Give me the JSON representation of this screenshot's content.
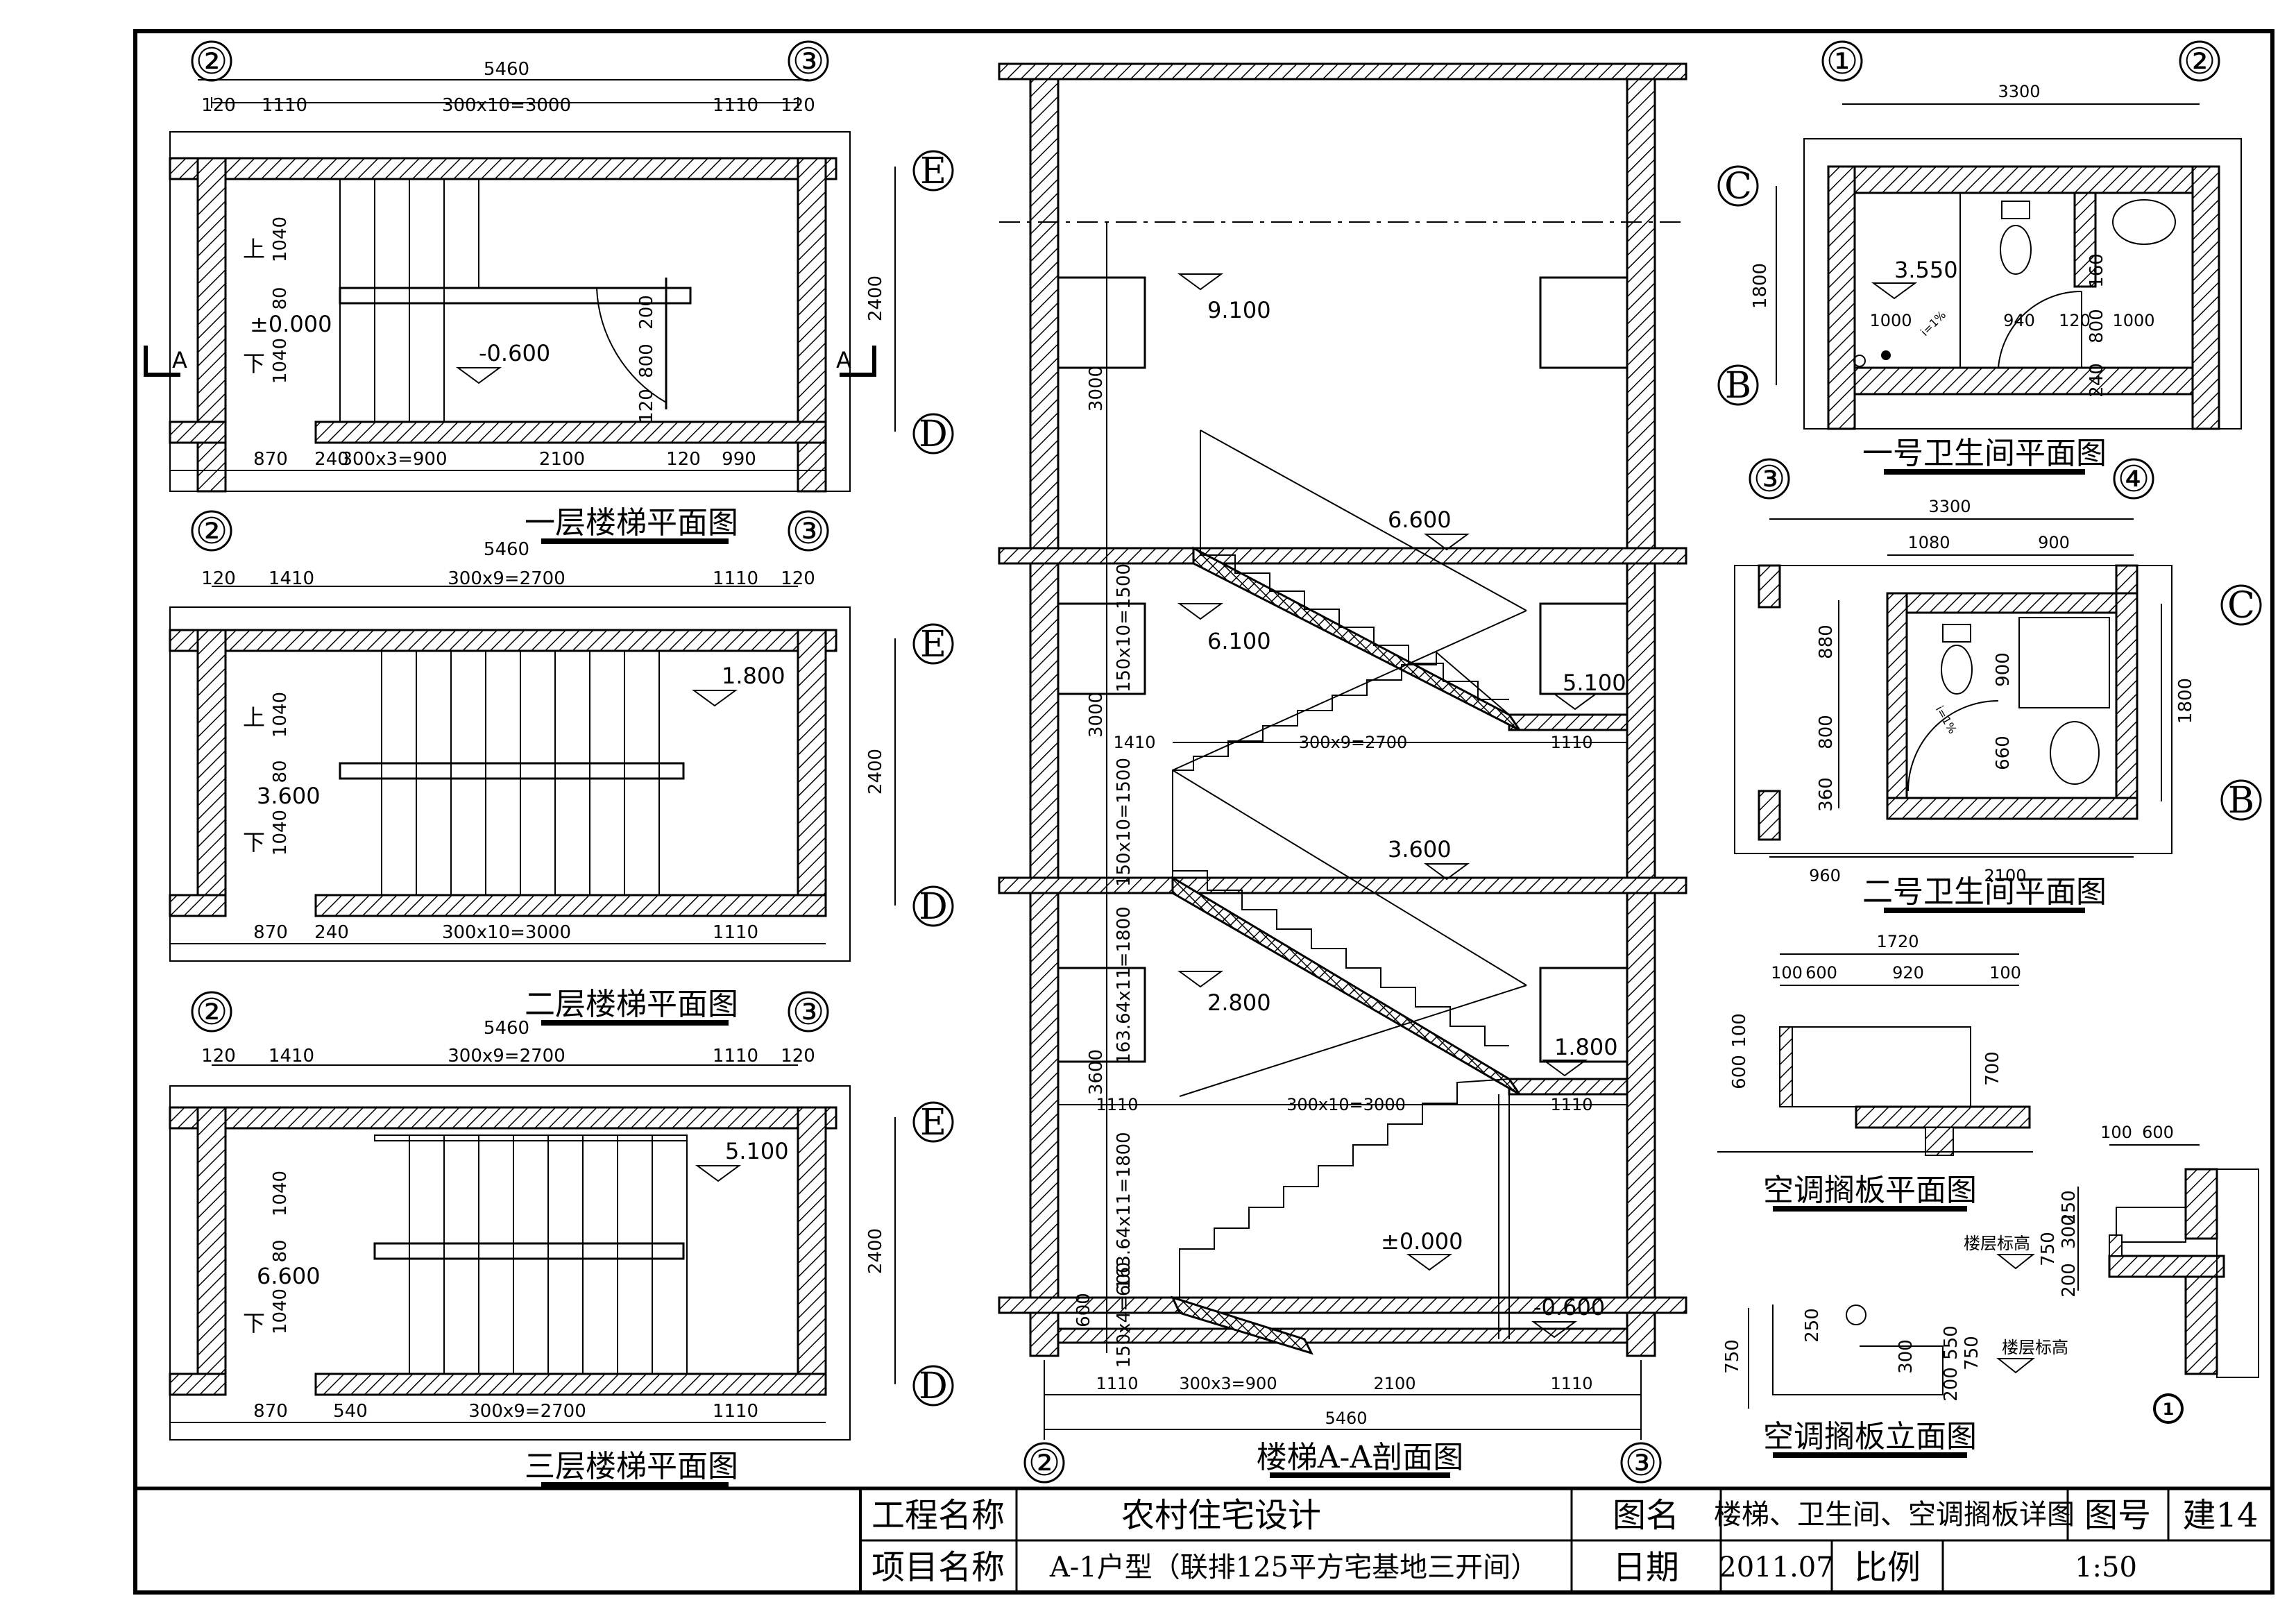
{
  "plans": [
    {
      "title": "一层楼梯平面图",
      "axes_top": [
        "②",
        "③"
      ],
      "axes_right": [
        "E",
        "D"
      ],
      "overall": "5460",
      "top_dims": [
        "120",
        "1110",
        "300x10=3000",
        "1110",
        "120"
      ],
      "bottom_dims": [
        "870",
        "240",
        "300x3=900",
        "2100",
        "120",
        "990"
      ],
      "right_dim": "2400",
      "left_dims": [
        "1040",
        "80",
        "1040"
      ],
      "side_labels": [
        "上",
        "下"
      ],
      "levels": [
        "±0.000",
        "-0.600"
      ],
      "door_dims": [
        "200",
        "800",
        "120"
      ],
      "section_marks": [
        "A",
        "A"
      ]
    },
    {
      "title": "二层楼梯平面图",
      "axes_top": [
        "②",
        "③"
      ],
      "axes_right": [
        "E",
        "D"
      ],
      "overall": "5460",
      "top_dims": [
        "120",
        "1410",
        "300x9=2700",
        "1110",
        "120"
      ],
      "bottom_dims": [
        "870",
        "240",
        "300x10=3000",
        "1110"
      ],
      "right_dim": "2400",
      "left_dims": [
        "1040",
        "80",
        "1040"
      ],
      "side_labels": [
        "上",
        "下"
      ],
      "levels": [
        "1.800",
        "3.600"
      ]
    },
    {
      "title": "三层楼梯平面图",
      "axes_top": [
        "②",
        "③"
      ],
      "axes_right": [
        "E",
        "D"
      ],
      "overall": "5460",
      "top_dims": [
        "120",
        "1410",
        "300x9=2700",
        "1110",
        "120"
      ],
      "bottom_dims": [
        "870",
        "540",
        "300x9=2700",
        "1110"
      ],
      "right_dim": "2400",
      "left_dims": [
        "1040",
        "80",
        "1040"
      ],
      "side_labels": [
        "下"
      ],
      "levels": [
        "5.100",
        "6.600"
      ]
    }
  ],
  "section": {
    "title": "楼梯A-A剖面图",
    "axes": [
      "②",
      "③"
    ],
    "levels": [
      "9.100",
      "6.600",
      "6.100",
      "5.100",
      "3.600",
      "2.800",
      "1.800",
      "±0.000",
      "-0.600"
    ],
    "run_labels": [
      "300x9=2700",
      "300x10=3000",
      "300x3=900"
    ],
    "landing_dims": [
      "1410",
      "1110",
      "1110",
      "1110"
    ],
    "bottom_dims": [
      "1110",
      "300x3=900",
      "2100",
      "1110"
    ],
    "overall": "5460",
    "vertical_dims": [
      "3000",
      "150x10=1500",
      "3000",
      "150x10=1500",
      "163.64x11=1800",
      "3600",
      "163.64x11=1800",
      "150x4=600",
      "600"
    ]
  },
  "bath1": {
    "title": "一号卫生间平面图",
    "axes_top": [
      "①",
      "②"
    ],
    "axes_left": [
      "C",
      "B"
    ],
    "overall": "3300",
    "left_dim": "1800",
    "inner_dims": [
      "1000",
      "940",
      "120",
      "1000",
      "160",
      "800",
      "240"
    ],
    "level": "3.550",
    "slope": "i=1%"
  },
  "bath2": {
    "title": "二号卫生间平面图",
    "axes_top": [
      "③",
      "④"
    ],
    "axes_right": [
      "C",
      "B"
    ],
    "overall": "3300",
    "top_dims": [
      "1080",
      "900"
    ],
    "bottom_dims": [
      "960",
      "2100"
    ],
    "left_dims": [
      "880",
      "800",
      "360"
    ],
    "inner_dims": [
      "900",
      "660"
    ],
    "right_dim": "1800",
    "slope": "i=1%"
  },
  "ac_plan": {
    "title": "空调搁板平面图",
    "dims_top": [
      "1720"
    ],
    "dims": [
      "100",
      "600",
      "920",
      "100"
    ],
    "dims_left": [
      "600",
      "100"
    ],
    "dim_right": "700"
  },
  "ac_elev": {
    "title": "空调搁板立面图",
    "dims_a": [
      "750",
      "250",
      "300"
    ],
    "dims_b": [
      "200",
      "550",
      "750"
    ],
    "floor_label": "楼层标高",
    "dims_c": [
      "100",
      "600"
    ],
    "dims_d": [
      "250",
      "300",
      "200",
      "750"
    ],
    "detail_mark": "1"
  },
  "title_block": {
    "project_label": "工程名称",
    "project_value": "农村住宅设计",
    "item_label": "项目名称",
    "item_value": "A-1户型（联排125平方宅基地三开间）",
    "drawing_label": "图名",
    "drawing_value": "楼梯、卫生间、空调搁板详图",
    "number_label": "图号",
    "number_value": "建14",
    "date_label": "日期",
    "date_value": "2011.07",
    "scale_label": "比例",
    "scale_value": "1:50"
  }
}
